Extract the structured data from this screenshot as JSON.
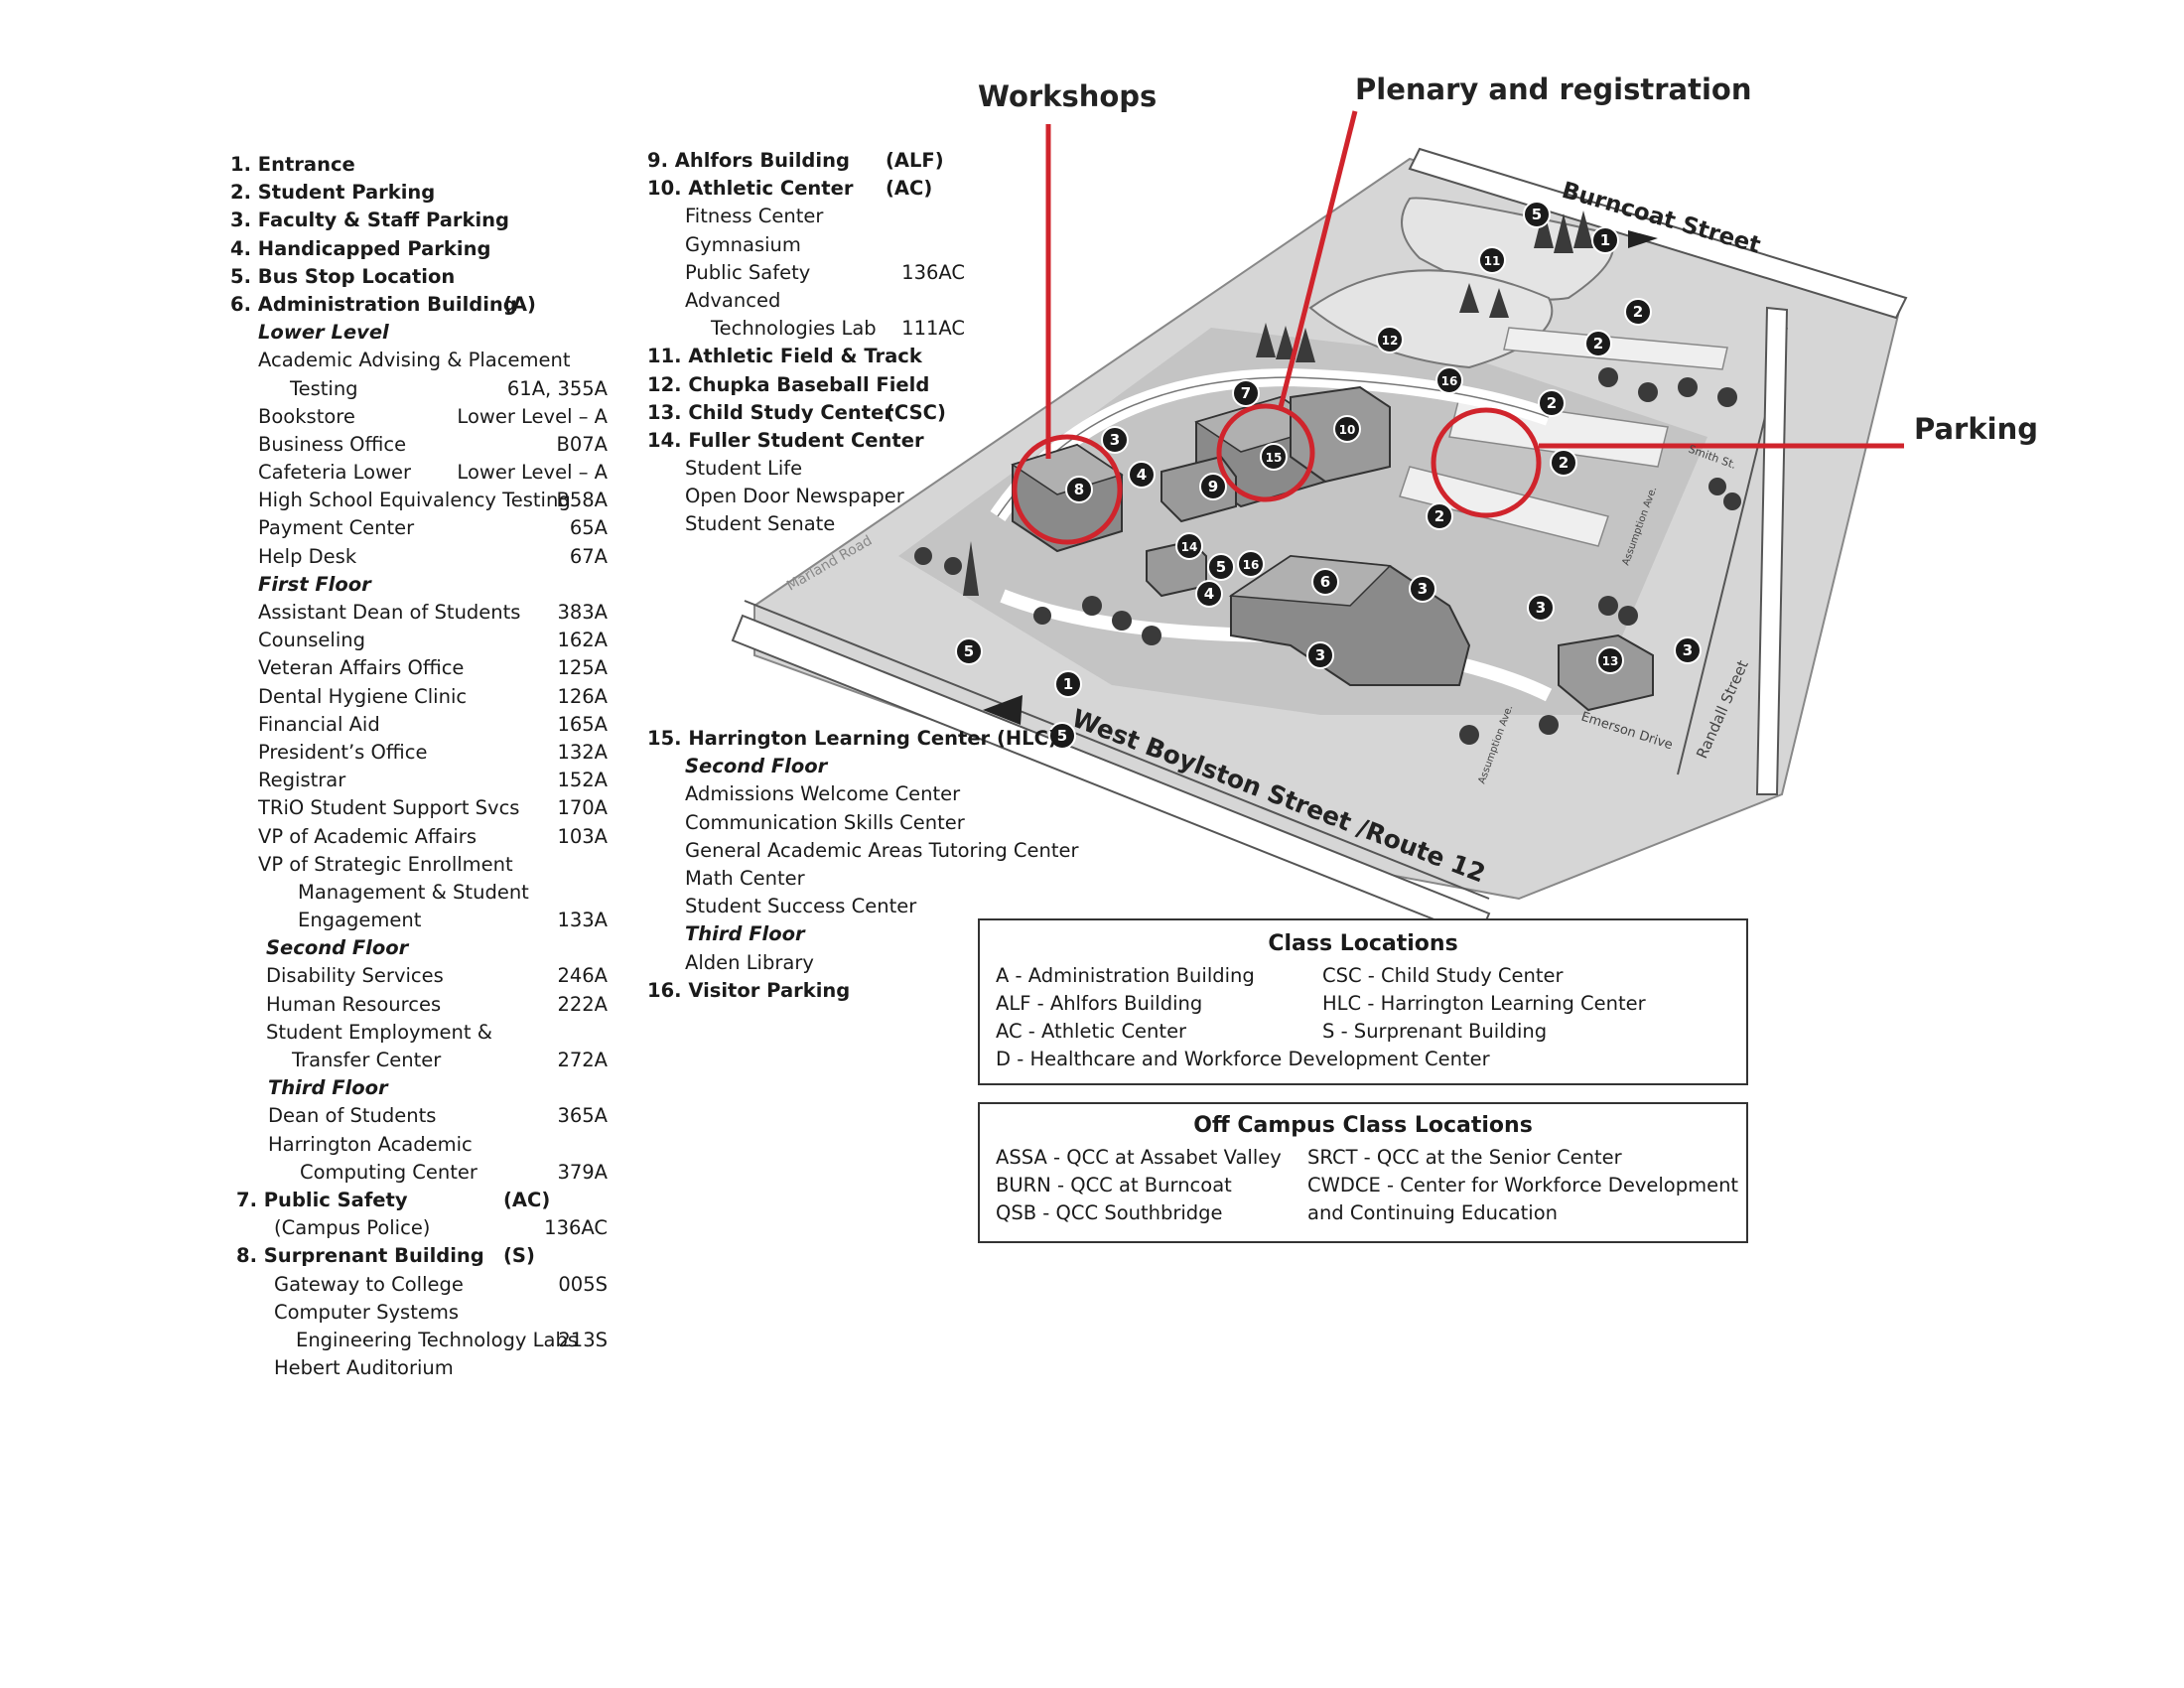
{
  "callouts": {
    "workshops": "Workshops",
    "plenary": "Plenary and registration",
    "parking": "Parking"
  },
  "legend_left": [
    {
      "t": "1. Entrance",
      "v": "",
      "cls": "h",
      "indent": 0
    },
    {
      "t": "2. Student Parking",
      "v": "",
      "cls": "h",
      "indent": 0
    },
    {
      "t": "3. Faculty & Staff Parking",
      "v": "",
      "cls": "h",
      "indent": 0
    },
    {
      "t": "4. Handicapped Parking",
      "v": "",
      "cls": "h",
      "indent": 0
    },
    {
      "t": "5. Bus Stop Location",
      "v": "",
      "cls": "h",
      "indent": 0
    },
    {
      "t": "6. Administration Building",
      "c": "(A)",
      "v": "",
      "cls": "h",
      "indent": 0
    },
    {
      "t": "Lower Level",
      "v": "",
      "cls": "sub",
      "indent": 28
    },
    {
      "t": "Academic Advising & Placement",
      "v": "",
      "cls": "",
      "indent": 28
    },
    {
      "t": "Testing",
      "v": "61A, 355A",
      "cls": "",
      "indent": 60
    },
    {
      "t": "Bookstore",
      "v": "Lower Level – A",
      "cls": "",
      "indent": 28
    },
    {
      "t": "Business Office",
      "v": "B07A",
      "cls": "",
      "indent": 28
    },
    {
      "t": "Cafeteria Lower",
      "v": "Lower Level – A",
      "cls": "",
      "indent": 28
    },
    {
      "t": "High School Equivalency Testing",
      "v": "B58A",
      "cls": "",
      "indent": 28
    },
    {
      "t": "Payment Center",
      "v": "65A",
      "cls": "",
      "indent": 28
    },
    {
      "t": "Help Desk",
      "v": "67A",
      "cls": "",
      "indent": 28
    },
    {
      "t": "First Floor",
      "v": "",
      "cls": "sub",
      "indent": 28
    },
    {
      "t": "Assistant Dean of Students",
      "v": "383A",
      "cls": "",
      "indent": 28
    },
    {
      "t": "Counseling",
      "v": "162A",
      "cls": "",
      "indent": 28
    },
    {
      "t": "Veteran Affairs Office",
      "v": "125A",
      "cls": "",
      "indent": 28
    },
    {
      "t": "Dental Hygiene Clinic",
      "v": "126A",
      "cls": "",
      "indent": 28
    },
    {
      "t": "Financial Aid",
      "v": "165A",
      "cls": "",
      "indent": 28
    },
    {
      "t": "President’s Office",
      "v": "132A",
      "cls": "",
      "indent": 28
    },
    {
      "t": "Registrar",
      "v": "152A",
      "cls": "",
      "indent": 28
    },
    {
      "t": "TRiO Student Support Svcs",
      "v": "170A",
      "cls": "",
      "indent": 28
    },
    {
      "t": "VP of Academic Affairs",
      "v": "103A",
      "cls": "",
      "indent": 28
    },
    {
      "t": "VP of Strategic Enrollment",
      "v": "",
      "cls": "",
      "indent": 28
    },
    {
      "t": "Management & Student",
      "v": "",
      "cls": "",
      "indent": 68
    },
    {
      "t": "Engagement",
      "v": "133A",
      "cls": "",
      "indent": 68
    },
    {
      "t": "Second Floor",
      "v": "",
      "cls": "sub",
      "indent": 36
    },
    {
      "t": "Disability Services",
      "v": "246A",
      "cls": "",
      "indent": 36
    },
    {
      "t": "Human Resources",
      "v": "222A",
      "cls": "",
      "indent": 36
    },
    {
      "t": "Student Employment &",
      "v": "",
      "cls": "",
      "indent": 36
    },
    {
      "t": "Transfer Center",
      "v": "272A",
      "cls": "",
      "indent": 62
    },
    {
      "t": "Third Floor",
      "v": "",
      "cls": "sub",
      "indent": 38
    },
    {
      "t": "Dean of Students",
      "v": "365A",
      "cls": "",
      "indent": 38
    },
    {
      "t": "Harrington Academic",
      "v": "",
      "cls": "",
      "indent": 38
    },
    {
      "t": "Computing Center",
      "v": "379A",
      "cls": "",
      "indent": 70
    },
    {
      "t": "7. Public Safety",
      "c": "(AC)",
      "v": "",
      "cls": "h",
      "indent": 6
    },
    {
      "t": "(Campus Police)",
      "v": "136AC",
      "cls": "",
      "indent": 44
    },
    {
      "t": "8. Surprenant Building",
      "c": "(S)",
      "v": "",
      "cls": "h",
      "indent": 6
    },
    {
      "t": "Gateway to College",
      "v": "005S",
      "cls": "",
      "indent": 44
    },
    {
      "t": "Computer Systems",
      "v": "",
      "cls": "",
      "indent": 44
    },
    {
      "t": "Engineering Technology Labs",
      "v": "213S",
      "cls": "",
      "indent": 66
    },
    {
      "t": "Hebert Auditorium",
      "v": "",
      "cls": "",
      "indent": 44
    }
  ],
  "legend_mid": [
    {
      "t": "9.  Ahlfors Building",
      "c": "(ALF)",
      "v": "",
      "cls": "h",
      "indent": 0
    },
    {
      "t": "10. Athletic Center",
      "c": "(AC)",
      "v": "",
      "cls": "h",
      "indent": 0
    },
    {
      "t": "Fitness Center",
      "v": "",
      "cls": "",
      "indent": 38
    },
    {
      "t": "Gymnasium",
      "v": "",
      "cls": "",
      "indent": 38
    },
    {
      "t": "Public Safety",
      "v": "136AC",
      "cls": "",
      "indent": 38
    },
    {
      "t": "Advanced",
      "v": "",
      "cls": "",
      "indent": 38
    },
    {
      "t": "Technologies Lab",
      "v": "111AC",
      "cls": "",
      "indent": 64
    },
    {
      "t": "11. Athletic Field & Track",
      "v": "",
      "cls": "h",
      "indent": 0
    },
    {
      "t": "12. Chupka Baseball Field",
      "v": "",
      "cls": "h",
      "indent": 0
    },
    {
      "t": "13. Child Study Center",
      "c": "(CSC)",
      "v": "",
      "cls": "h",
      "indent": 0
    },
    {
      "t": "14. Fuller Student Center",
      "v": "",
      "cls": "h",
      "indent": 0
    },
    {
      "t": "Student Life",
      "v": "",
      "cls": "",
      "indent": 38
    },
    {
      "t": "Open Door Newspaper",
      "v": "",
      "cls": "",
      "indent": 38
    },
    {
      "t": "Student Senate",
      "v": "",
      "cls": "",
      "indent": 38
    }
  ],
  "legend_mid2": [
    {
      "t": "15. Harrington Learning Center (HLC)",
      "v": "",
      "cls": "h",
      "indent": 0
    },
    {
      "t": "Second Floor",
      "v": "",
      "cls": "sub",
      "indent": 38
    },
    {
      "t": "Admissions Welcome Center",
      "v": "",
      "cls": "",
      "indent": 38
    },
    {
      "t": "Communication Skills Center",
      "v": "",
      "cls": "",
      "indent": 38
    },
    {
      "t": "General Academic Areas Tutoring Center",
      "v": "",
      "cls": "",
      "indent": 38
    },
    {
      "t": "Math Center",
      "v": "",
      "cls": "",
      "indent": 38
    },
    {
      "t": "Student Success Center",
      "v": "",
      "cls": "",
      "indent": 38
    },
    {
      "t": "Third Floor",
      "v": "",
      "cls": "sub",
      "indent": 38
    },
    {
      "t": "Alden Library",
      "v": "",
      "cls": "",
      "indent": 38
    },
    {
      "t": "16. Visitor Parking",
      "v": "",
      "cls": "h",
      "indent": 0
    }
  ],
  "class_locations": {
    "title": "Class Locations",
    "left": [
      "A    - Administration Building",
      "ALF - Ahlfors Building",
      "AC   - Athletic Center",
      "D     - Healthcare and Workforce Development Center"
    ],
    "right": [
      "CSC  - Child Study Center",
      "HLC  - Harrington Learning Center",
      "S       - Surprenant Building"
    ]
  },
  "off_campus": {
    "title": "Off Campus Class Locations",
    "left": [
      "ASSA  - QCC at Assabet Valley",
      "BURN  - QCC at Burncoat",
      "QSB   -   QCC Southbridge"
    ],
    "right": [
      "SRCT  - QCC at the Senior Center",
      "CWDCE -   Center for Workforce Development",
      "                 and Continuing Education"
    ]
  },
  "map": {
    "streets": {
      "burncoat": "Burncoat Street",
      "west_boylston": "West Boylston Street /Route 12",
      "randall": "Randall Street",
      "emerson": "Emerson Drive",
      "marland": "Marland Road",
      "smith": "Smith St.",
      "assumption": "Assumption Ave.",
      "assumption2": "Assumption Ave."
    },
    "markers": [
      "5",
      "1",
      "11",
      "2",
      "2",
      "12",
      "16",
      "2",
      "7",
      "10",
      "15",
      "3",
      "2",
      "8",
      "4",
      "9",
      "2",
      "14",
      "5",
      "16",
      "4",
      "6",
      "3",
      "3",
      "13",
      "3",
      "3",
      "5",
      "1",
      "5"
    ]
  }
}
